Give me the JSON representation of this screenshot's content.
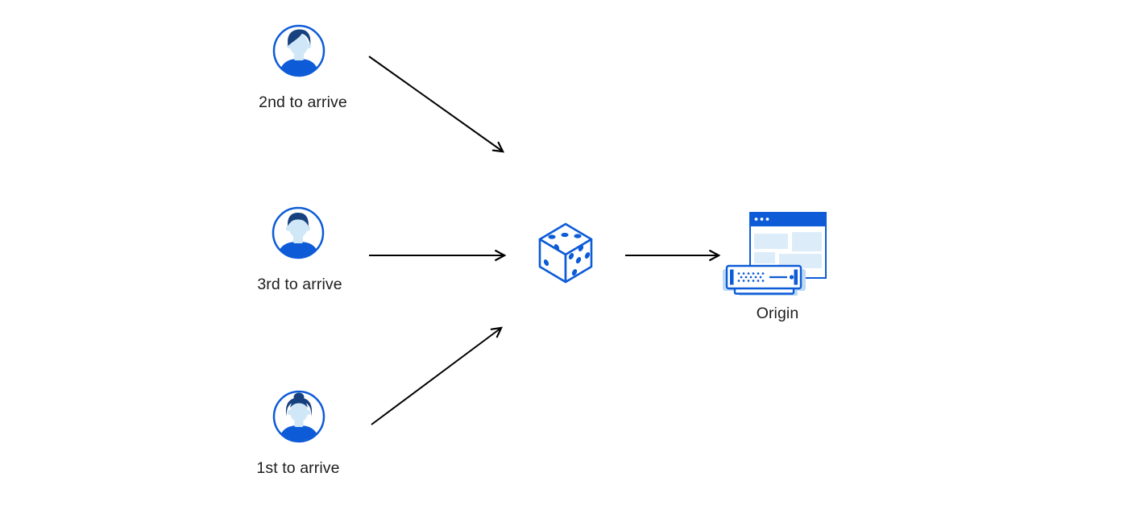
{
  "diagram": {
    "clients": [
      {
        "id": "client-2nd",
        "label": "2nd to arrive",
        "icon": "man-avatar-icon"
      },
      {
        "id": "client-3rd",
        "label": "3rd to arrive",
        "icon": "man-avatar-icon"
      },
      {
        "id": "client-1st",
        "label": "1st to arrive",
        "icon": "woman-avatar-icon"
      }
    ],
    "selector": {
      "id": "dice",
      "icon": "dice-icon"
    },
    "origin": {
      "id": "origin",
      "label": "Origin",
      "icon": "origin-server-browser-icon"
    },
    "edges": [
      {
        "from": "client-2nd",
        "to": "dice"
      },
      {
        "from": "client-3rd",
        "to": "dice"
      },
      {
        "from": "client-1st",
        "to": "dice"
      },
      {
        "from": "dice",
        "to": "origin"
      }
    ]
  },
  "colors": {
    "background": "#ffffff",
    "brand_blue": "#0d5bd7",
    "hair_navy": "#17417e",
    "skin_light_blue": "#cfe7f7",
    "window_block_blue": "#dcedf9",
    "plate_blue": "#bcdaf3",
    "arrow_black": "#000000",
    "text_black": "#1d1d1f"
  }
}
